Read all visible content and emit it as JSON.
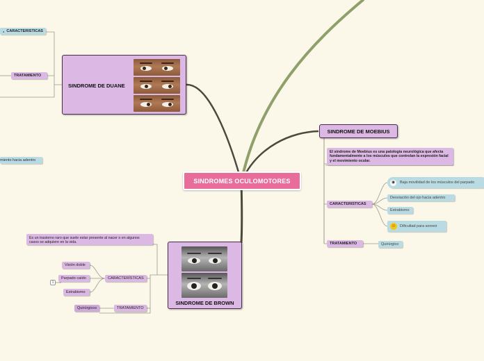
{
  "central": {
    "title": "SINDROMES OCULOMOTORES"
  },
  "duane": {
    "title": "SINDROME DE DUANE",
    "caracteristicas_label": "CARACTERISTICAS",
    "tratamiento_label": "TRATAMIENTO",
    "partial_item": "miento hacia adentro"
  },
  "moebius": {
    "title": "SINDROME DE MOEBIUS",
    "description": "El síndrome de Moebius es una patología neurológica que afecta fundamentalmente a los músculos que controlan la expresión facial y el movimiento ocular.",
    "caracteristicas_label": "CARACTERISTICAS",
    "caracteristicas": [
      {
        "icon": "eye-icon",
        "text": "Baja movilidad de los músculos del parpado"
      },
      {
        "icon": "",
        "text": "Desviación del ojo hacia adentro"
      },
      {
        "icon": "",
        "text": "Estrabismo"
      },
      {
        "icon": "smile-icon",
        "text": "Dificultad para sonreir"
      }
    ],
    "tratamiento_label": "TRATAMIENTO",
    "tratamiento_item": "Quirúrgico"
  },
  "brown": {
    "title": "SINDROME DE BROWN",
    "description": "Es un trastorno raro que suele estar presente al nacer o en algunos casos se adquiere en la vida.",
    "caracteristicas_label": "CARACTERÍSTICAS",
    "caracteristicas": [
      "Visión doble",
      "Parpado caído",
      "Estrabismo"
    ],
    "badge": "1",
    "tratamiento_label": "TRATAMIENTO",
    "tratamiento_item": "Quirúrgicos"
  },
  "colors": {
    "background": "#fbf8ea",
    "central": "#e86d9a",
    "node_purple": "#dcb8e4",
    "label_blue": "#b9dbe3",
    "branch_green": "#8fa06a",
    "branch_dark": "#4a4a3a"
  }
}
